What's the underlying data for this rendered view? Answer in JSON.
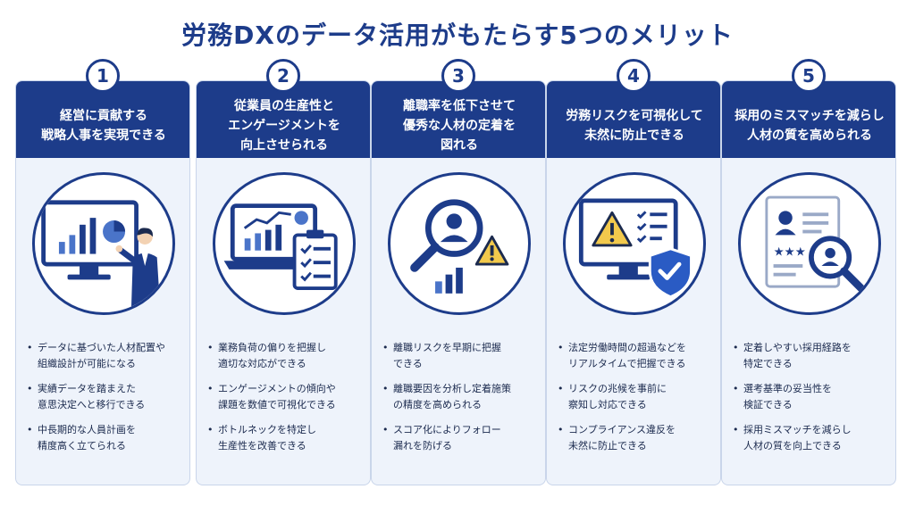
{
  "title": "労務DXのデータ活用がもたらす5つのメリット",
  "colors": {
    "navy": "#1d3c8a",
    "card_bg": "#eef3fb",
    "accent_yellow": "#f2c94c"
  },
  "cards": [
    {
      "number": "1",
      "heading": "経営に貢献する\n戦略人事を実現できる",
      "icon": "presentation-monitor-icon",
      "bullets": [
        "データに基づいた人材配置や\n組織設計が可能になる",
        "実績データを踏まえた\n意思決定へと移行できる",
        "中長期的な人員計画を\n精度高く立てられる"
      ]
    },
    {
      "number": "2",
      "heading": "従業員の生産性と\nエンゲージメントを\n向上させられる",
      "icon": "laptop-checklist-icon",
      "bullets": [
        "業務負荷の偏りを把握し\n適切な対応ができる",
        "エンゲージメントの傾向や\n課題を数値で可視化できる",
        "ボトルネックを特定し\n生産性を改善できる"
      ]
    },
    {
      "number": "3",
      "heading": "離職率を低下させて\n優秀な人材の定着を\n図れる",
      "icon": "magnifier-person-icon",
      "bullets": [
        "離職リスクを早期に把握\nできる",
        "離職要因を分析し定着施策\nの精度を高められる",
        "スコア化によりフォロー\n漏れを防げる"
      ]
    },
    {
      "number": "4",
      "heading": "労務リスクを可視化して\n未然に防止できる",
      "icon": "warning-shield-icon",
      "bullets": [
        "法定労働時間の超過などを\nリアルタイムで把握できる",
        "リスクの兆候を事前に\n察知し対応できる",
        "コンプライアンス違反を\n未然に防止できる"
      ]
    },
    {
      "number": "5",
      "heading": "採用のミスマッチを減らし\n人材の質を高められる",
      "icon": "resume-magnifier-icon",
      "bullets": [
        "定着しやすい採用経路を\n特定できる",
        "選考基準の妥当性を\n検証できる",
        "採用ミスマッチを減らし\n人材の質を向上できる"
      ]
    }
  ]
}
